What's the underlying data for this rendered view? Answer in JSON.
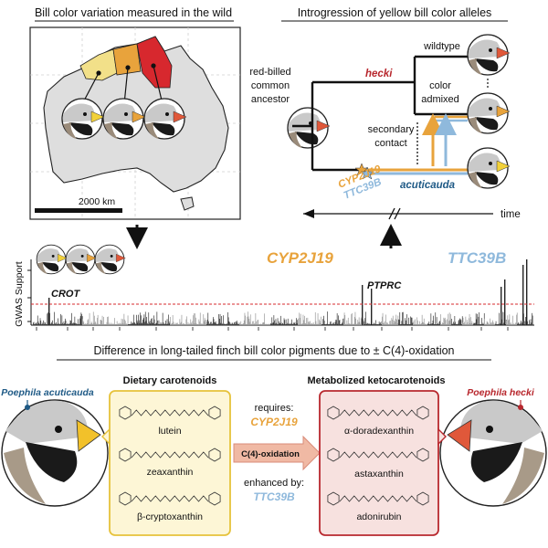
{
  "panel_a": {
    "title": "Bill color variation measured in the wild",
    "scale_label": "2000 km"
  },
  "panel_b": {
    "title": "Introgression of yellow bill color alleles",
    "ancestor_label_1": "red-billed",
    "ancestor_label_2": "common",
    "ancestor_label_3": "ancestor",
    "hecki_label": "hecki",
    "wildtype_label": "wildtype",
    "color_label": "color",
    "admixed_label": "admixed",
    "secondary_label_1": "secondary",
    "secondary_label_2": "contact",
    "cyp_label": "CYP2J19",
    "ttc_label": "TTC39B",
    "acuticauda_label": "acuticauda",
    "time_label": "time"
  },
  "gwas": {
    "ylabel": "GWAS Support",
    "cyp_label": "CYP2J19",
    "ttc_label": "TTC39B",
    "crot_label": "CROT",
    "ptprc_label": "PTPRC"
  },
  "panel_c": {
    "title": "Difference in long-tailed finch bill color pigments due to ± C(4)-oxidation",
    "species_left": "Poephila acuticauda",
    "species_right": "Poephila hecki",
    "dietary_title": "Dietary carotenoids",
    "dietary_items": [
      "lutein",
      "zeaxanthin",
      "β-cryptoxanthin"
    ],
    "metab_title": "Metabolized ketocarotenoids",
    "metab_items": [
      "α-doradexanthin",
      "astaxanthin",
      "adonirubin"
    ],
    "requires_label": "requires:",
    "requires_gene": "CYP2J19",
    "reaction_label": "C(4)-oxidation",
    "enhanced_label": "enhanced by:",
    "enhanced_gene": "TTC39B"
  },
  "colors": {
    "orange": "#e8a33c",
    "blue": "#8fb9dc",
    "red": "#d7282e",
    "hecki_red": "#b8282e",
    "navy": "#1f5a86",
    "yellow_box": "#fdf6d6",
    "pink_box": "#f7e1df"
  }
}
